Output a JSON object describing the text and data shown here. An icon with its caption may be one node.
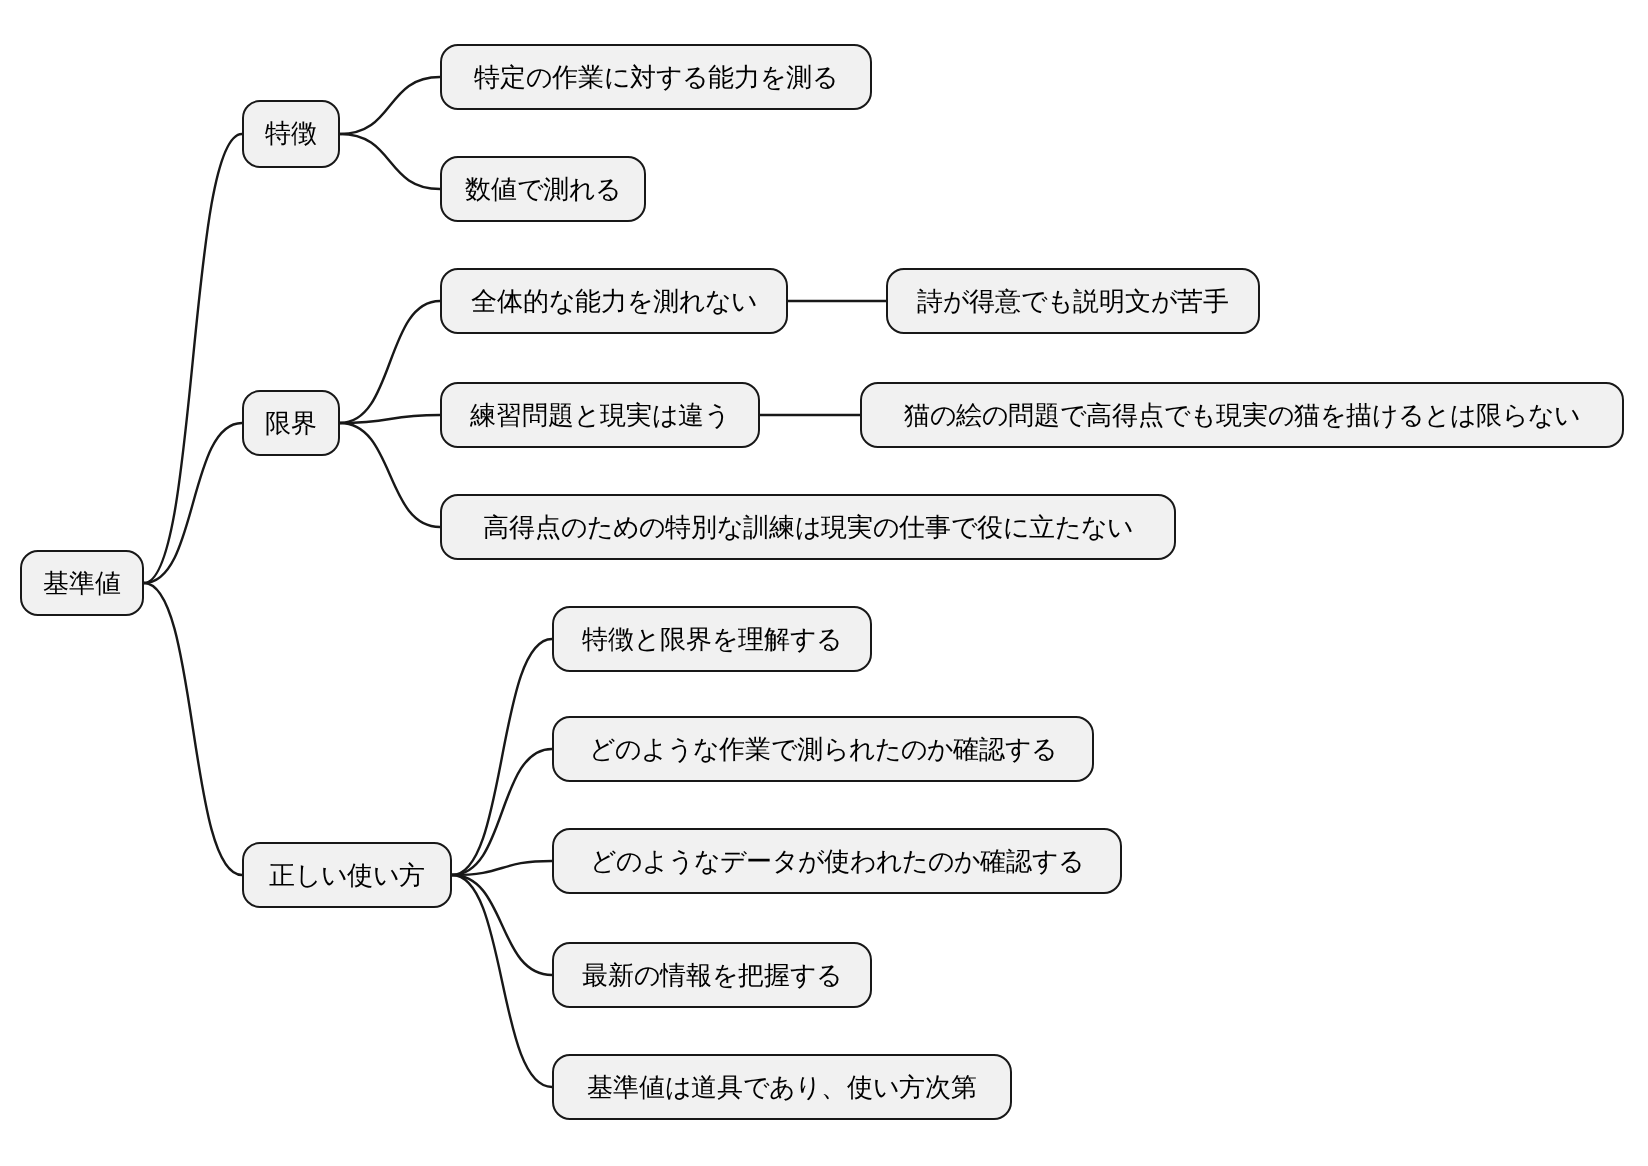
{
  "diagram": {
    "nodes": [
      {
        "text": [
          "基準値"
        ]
      },
      {
        "text": [
          "特徴"
        ]
      },
      {
        "text": [
          "特定の作業に対する能力を測る"
        ]
      },
      {
        "text": [
          "数値で測れる"
        ]
      },
      {
        "text": [
          "限界"
        ]
      },
      {
        "text": [
          "全体的な能力を測れない"
        ]
      },
      {
        "text": [
          "詩が得意でも説明文が苦手"
        ]
      },
      {
        "text": [
          "練習問題と現実は違う"
        ]
      },
      {
        "text": [
          "猫の絵の問題で高得点でも現実の猫を描けるとは限らない"
        ]
      },
      {
        "text": [
          "高得点のための特別な訓練は現実の仕事で役に立たない"
        ]
      },
      {
        "text": [
          "正しい使い方"
        ]
      },
      {
        "text": [
          "特徴と限界を理解する"
        ]
      },
      {
        "text": [
          "どのような作業で測られたのか確認する"
        ]
      },
      {
        "text": [
          "どのようなデータが使われたのか確認する"
        ]
      },
      {
        "text": [
          "最新の情報を把握する"
        ]
      },
      {
        "text": [
          "基準値は道具であり、使い方次第"
        ]
      }
    ],
    "edges": [
      {
        "from": 0,
        "to": 1,
        "arrow": "none"
      },
      {
        "from": 1,
        "to": 2,
        "arrow": "none"
      },
      {
        "from": 1,
        "to": 3,
        "arrow": "none"
      },
      {
        "from": 0,
        "to": 4,
        "arrow": "none"
      },
      {
        "from": 4,
        "to": 5,
        "arrow": "none"
      },
      {
        "from": 5,
        "to": 6,
        "arrow": "none"
      },
      {
        "from": 4,
        "to": 7,
        "arrow": "none"
      },
      {
        "from": 7,
        "to": 8,
        "arrow": "none"
      },
      {
        "from": 4,
        "to": 9,
        "arrow": "none"
      },
      {
        "from": 0,
        "to": 10,
        "arrow": "none"
      },
      {
        "from": 10,
        "to": 11,
        "arrow": "none"
      },
      {
        "from": 10,
        "to": 12,
        "arrow": "none"
      },
      {
        "from": 10,
        "to": 13,
        "arrow": "none"
      },
      {
        "from": 10,
        "to": 14,
        "arrow": "none"
      },
      {
        "from": 10,
        "to": 15,
        "arrow": "none"
      }
    ]
  }
}
